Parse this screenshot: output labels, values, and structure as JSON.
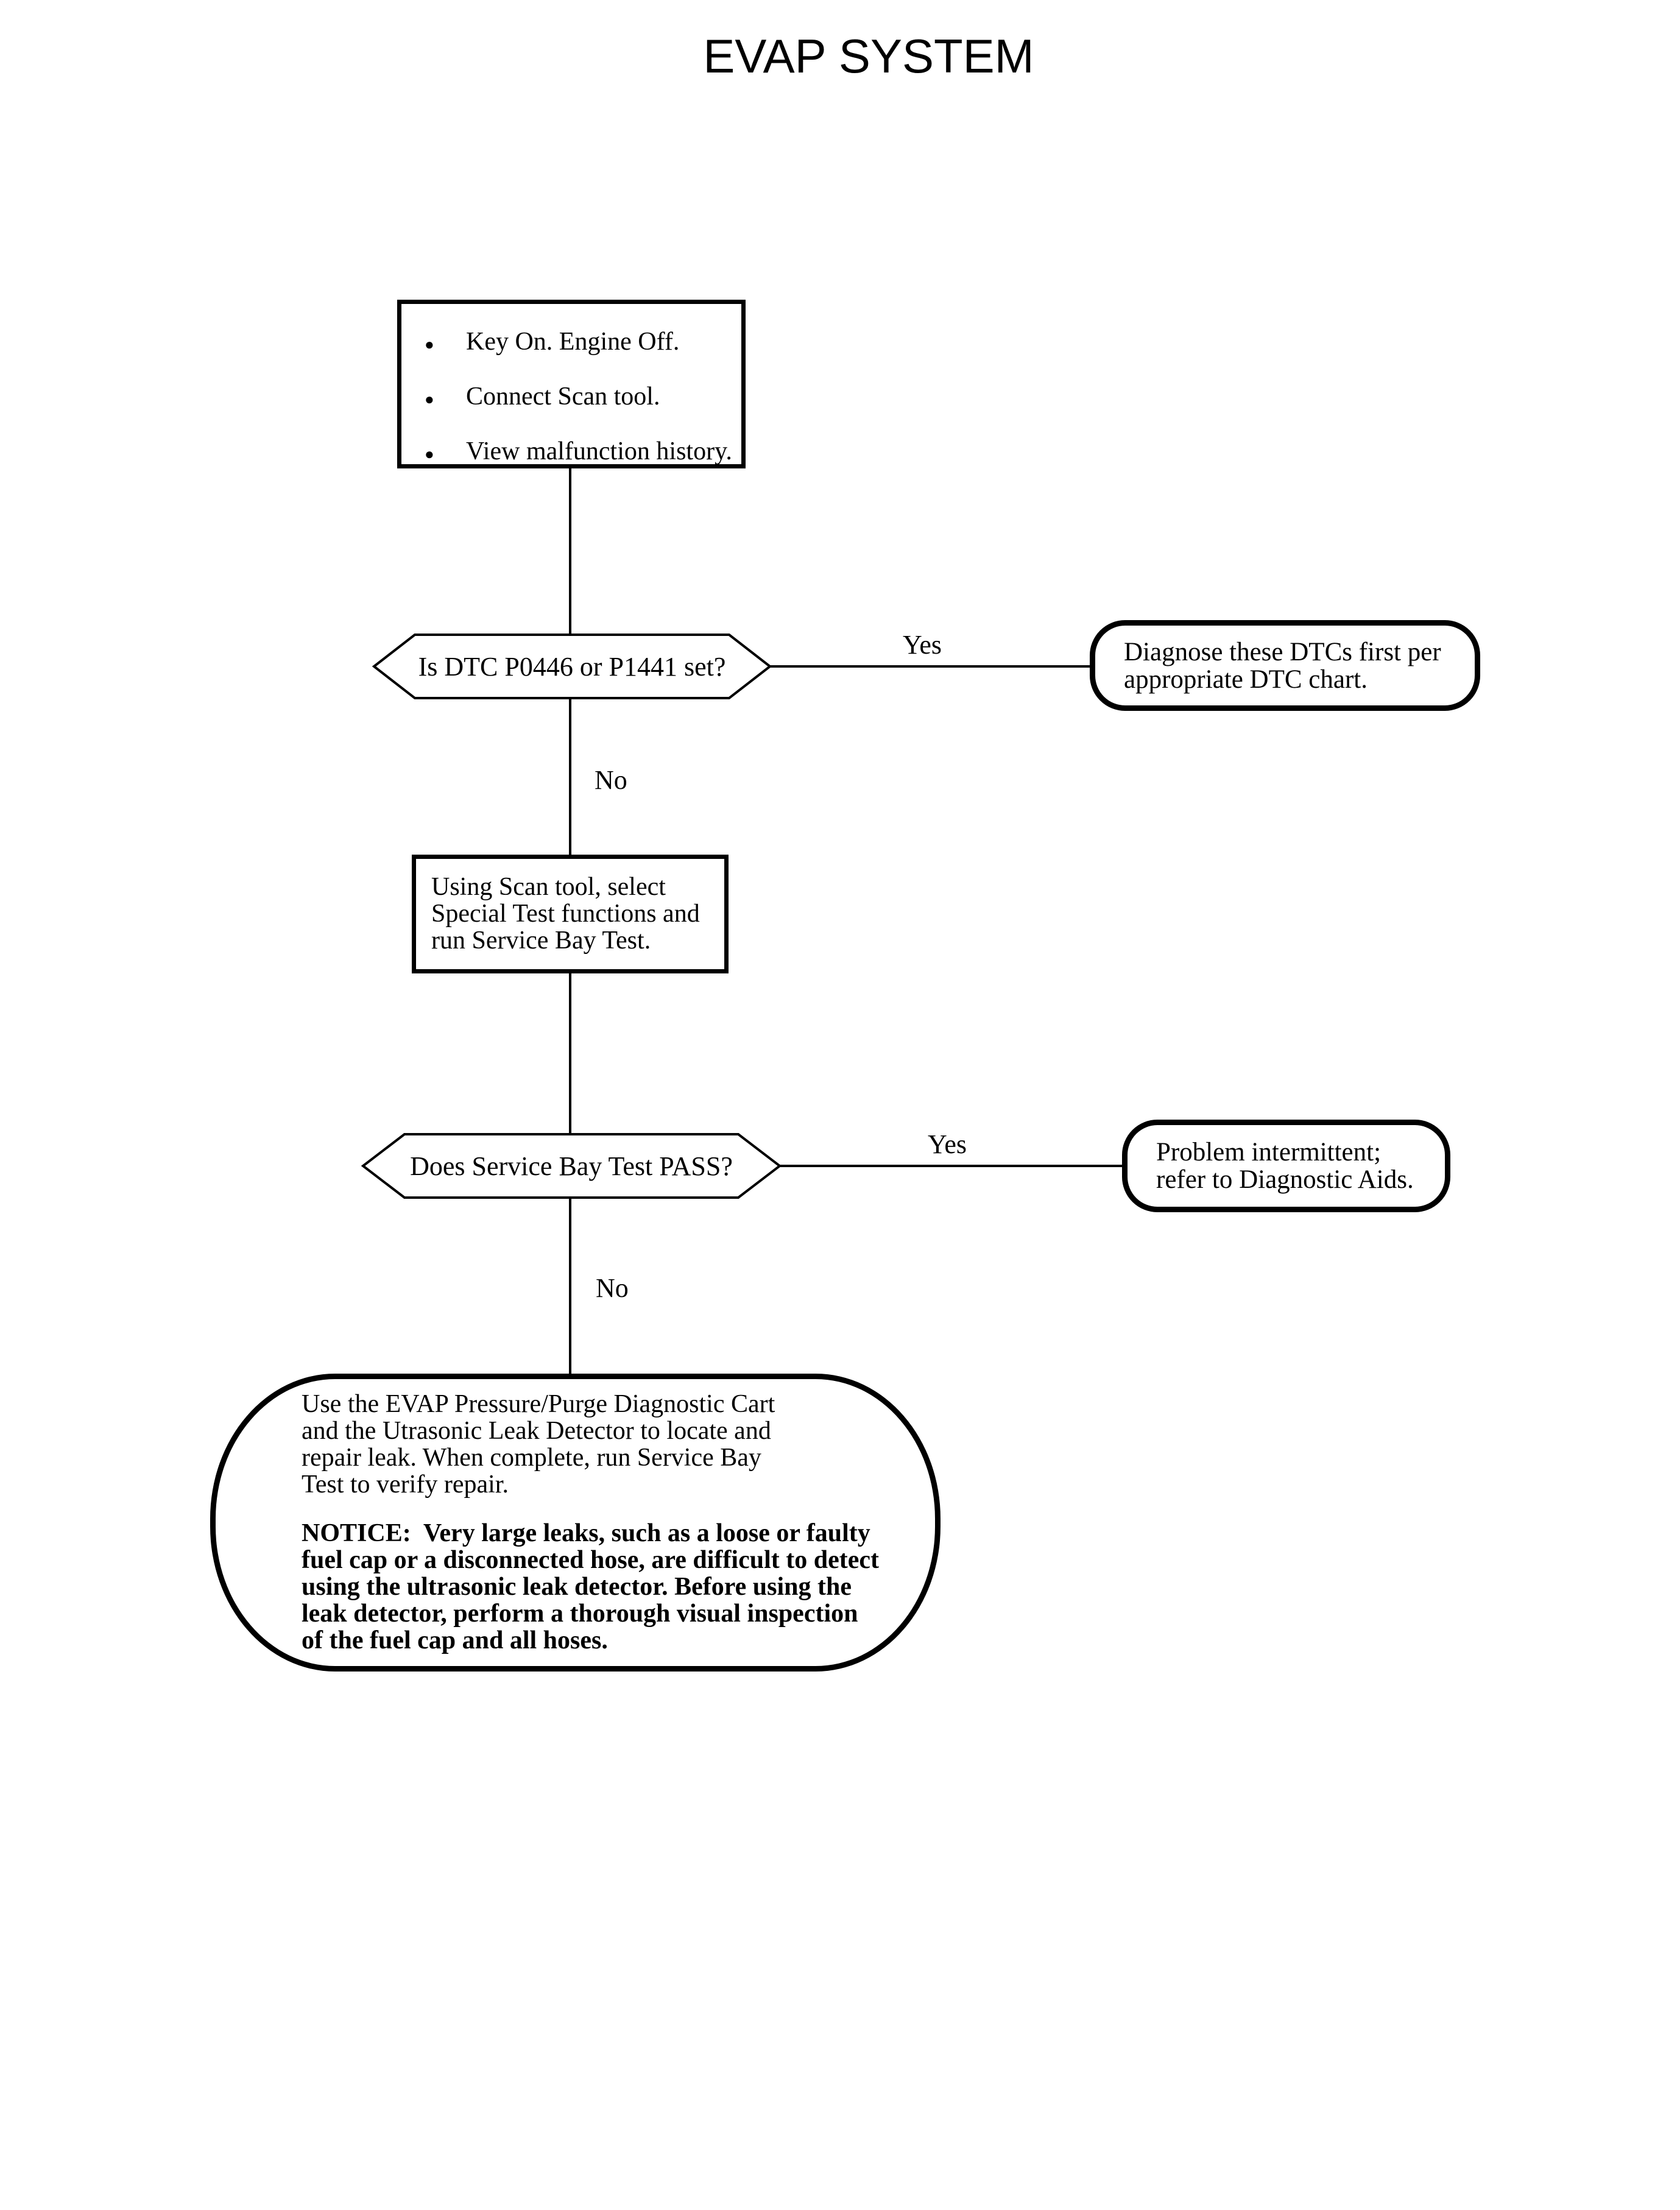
{
  "title": "EVAP SYSTEM",
  "glyphs": {
    "bullet": "●"
  },
  "start_box": {
    "items": [
      "Key On. Engine Off.",
      "Connect Scan tool.",
      "View malfunction history."
    ]
  },
  "decision1": {
    "question": "Is DTC P0446 or P1441 set?",
    "yes_label": "Yes",
    "no_label": "No"
  },
  "result1": {
    "lines": [
      "Diagnose these DTCs first per",
      "appropriate DTC chart."
    ]
  },
  "process1": {
    "lines": [
      "Using Scan tool, select",
      "Special Test functions and",
      "run Service Bay Test."
    ]
  },
  "decision2": {
    "question": "Does Service Bay Test PASS?",
    "yes_label": "Yes",
    "no_label": "No"
  },
  "result2": {
    "lines": [
      "Problem intermittent;",
      "refer to Diagnostic Aids."
    ]
  },
  "final_box": {
    "lines": [
      "Use the EVAP Pressure/Purge Diagnostic Cart",
      "and the Utrasonic Leak Detector to locate and",
      "repair leak. When complete, run Service Bay",
      "Test to verify repair."
    ],
    "notice_lines": [
      "NOTICE:  Very large leaks, such as a loose or faulty",
      "fuel cap or a disconnected hose, are difficult to detect",
      "using the ultrasonic leak detector. Before using the",
      "leak detector, perform a thorough visual inspection",
      "of the fuel cap and all hoses."
    ]
  },
  "colors": {
    "ink": "#000000",
    "background": "#ffffff"
  }
}
